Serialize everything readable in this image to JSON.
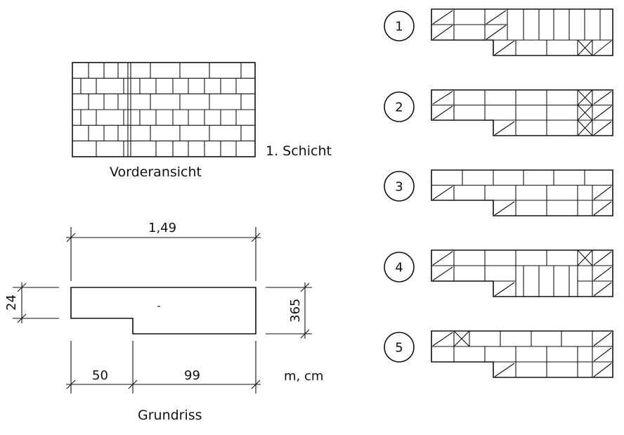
{
  "front_view": {
    "label": "Vorderansicht",
    "course_label": "1. Schicht"
  },
  "plan": {
    "label": "Grundriss",
    "dim_total_length": "1,49",
    "dim_part_a": "50",
    "dim_part_b": "99",
    "dim_left_thickness": "24",
    "dim_right_thickness": "365",
    "units": "m, cm"
  },
  "courses": [
    "1",
    "2",
    "3",
    "4",
    "5"
  ]
}
